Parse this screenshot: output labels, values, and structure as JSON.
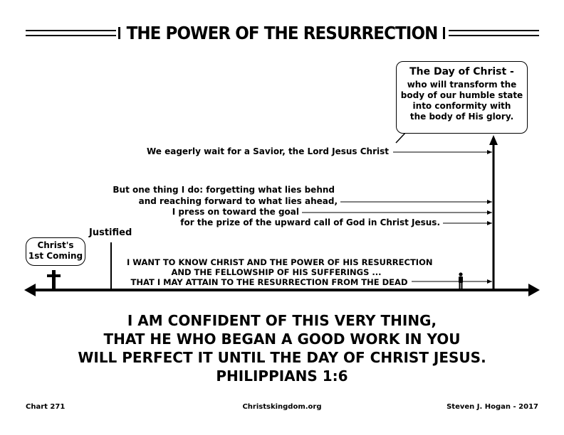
{
  "title": "THE POWER OF THE RESURRECTION",
  "day_box": {
    "heading": "The Day of Christ -",
    "lines": [
      "who will transform the",
      "body of our humble state",
      "into conformity with",
      "the body of His glory."
    ]
  },
  "wait_line": "We eagerly wait for a Savior, the Lord Jesus Christ",
  "press_lines": [
    "But one thing I do: forgetting what lies behnd",
    "and reaching forward to what lies ahead,",
    "I press on toward the goal",
    "for the prize of the upward call of God in Christ Jesus."
  ],
  "justified_label": "Justified",
  "first_coming": [
    "Christ's",
    "1st Coming"
  ],
  "know_lines": [
    "I WANT TO KNOW CHRIST AND THE POWER OF HIS RESURRECTION",
    "AND THE FELLOWSHIP OF HIS SUFFERINGS ...",
    "THAT I MAY ATTAIN TO THE RESURRECTION FROM THE DEAD"
  ],
  "verse": [
    "I AM CONFIDENT OF THIS VERY THING,",
    "THAT HE WHO BEGAN A GOOD WORK IN YOU",
    "WILL PERFECT IT UNTIL THE DAY OF CHRIST JESUS.",
    "PHILIPPIANS 1:6"
  ],
  "footer": {
    "chart": "Chart 271",
    "site": "Christskingdom.org",
    "author": "Steven J. Hogan - 2017"
  }
}
